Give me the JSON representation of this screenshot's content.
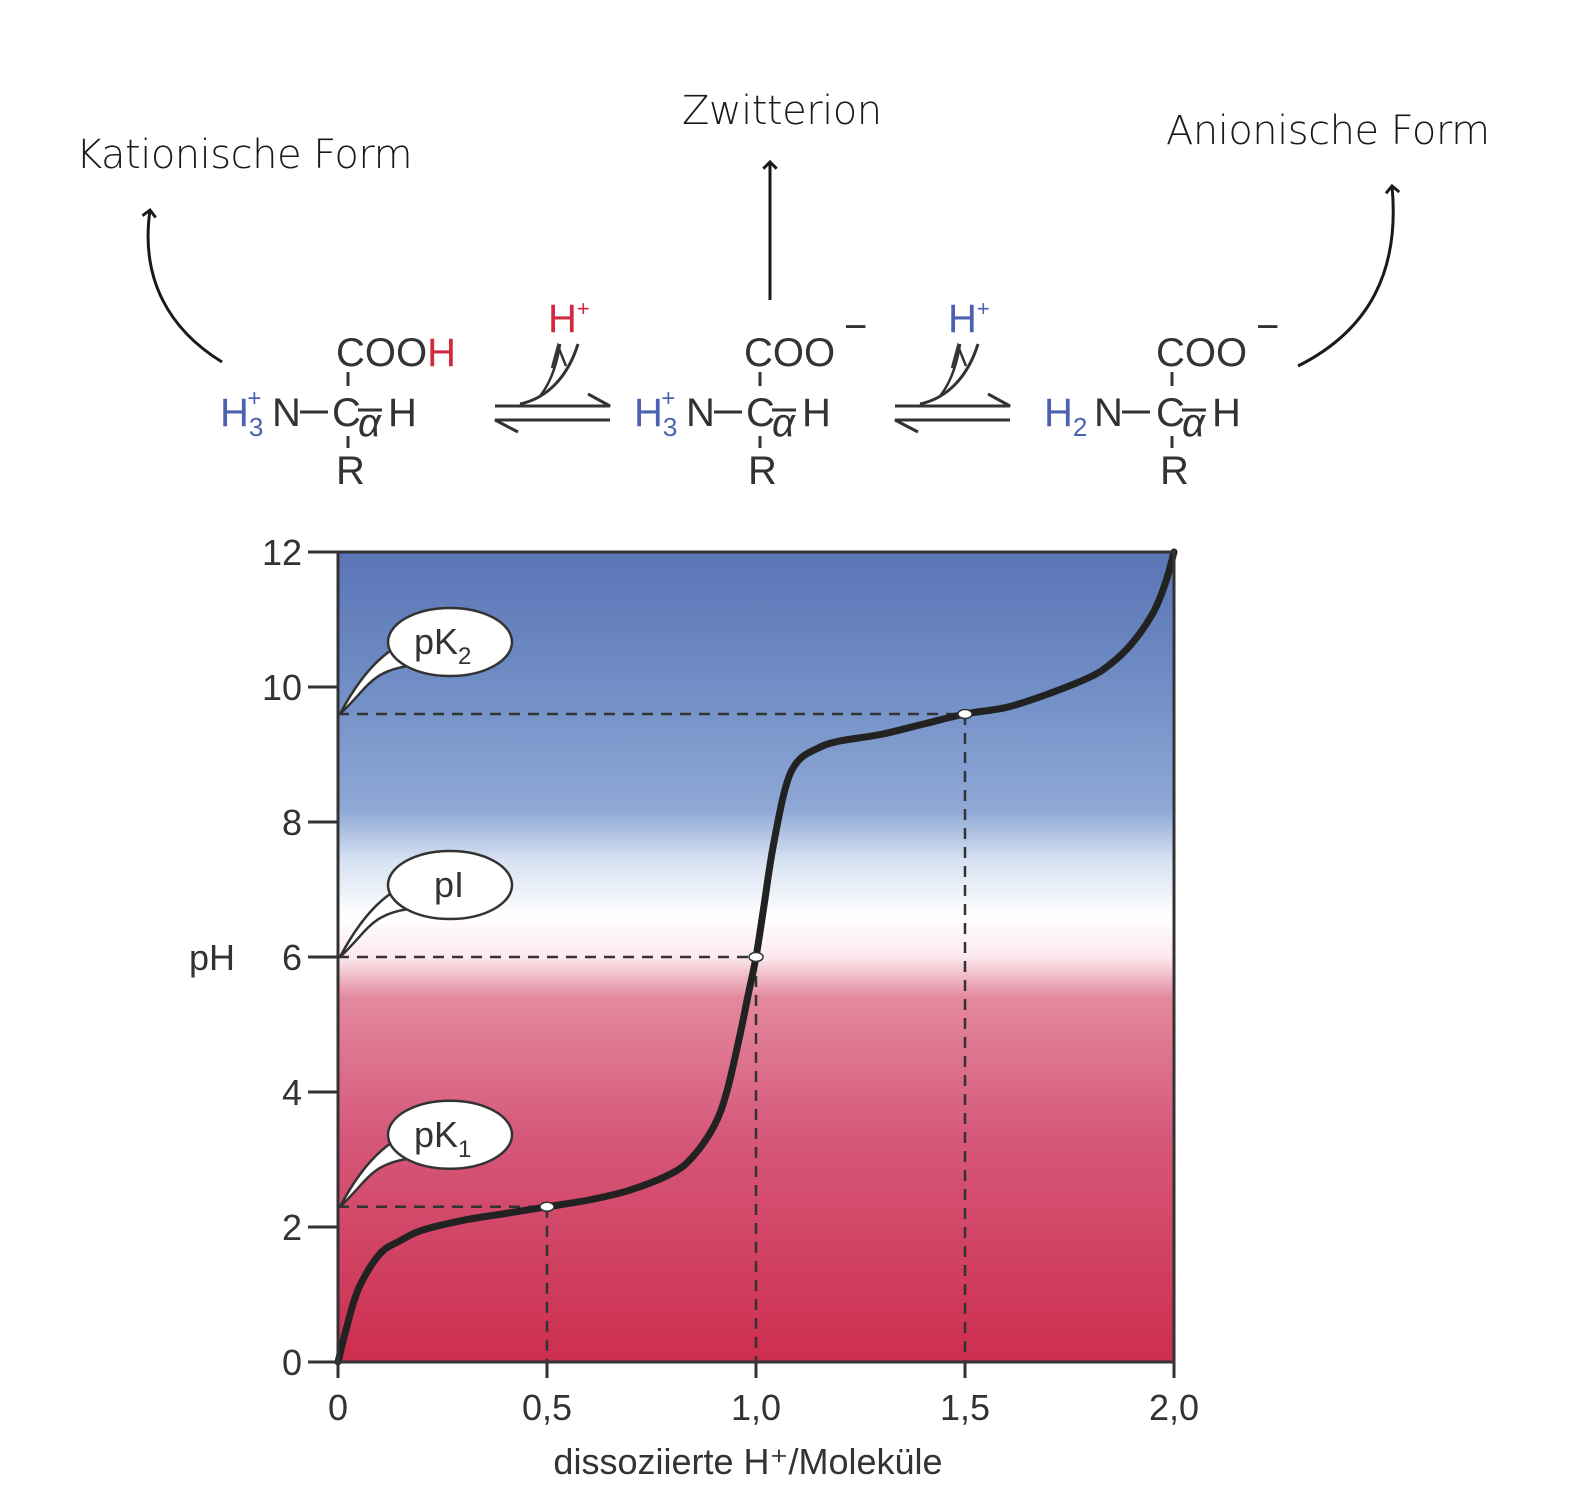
{
  "forms": {
    "cationic": "Kationische Form",
    "zwitterion": "Zwitterion",
    "anionic": "Anionische Form"
  },
  "equation": {
    "proton": "H",
    "proton_sup": "+",
    "left": {
      "top": "COO",
      "top_h": "H",
      "amine": "H",
      "amine_sub": "3",
      "amine_sup": "+",
      "n": "N",
      "center": "C",
      "alpha": "α",
      "right_h": "H",
      "bottom": "R"
    },
    "middle": {
      "top": "COO",
      "top_charge": "−",
      "amine": "H",
      "amine_sub": "3",
      "amine_sup": "+",
      "n": "N",
      "center": "C",
      "alpha": "α",
      "right_h": "H",
      "bottom": "R"
    },
    "right": {
      "top": "COO",
      "top_charge": "−",
      "amine": "H",
      "amine_sub": "2",
      "n": "N",
      "center": "C",
      "alpha": "α",
      "right_h": "H",
      "bottom": "R"
    }
  },
  "colors": {
    "acidic": "#cd2e4e",
    "neutral": "#ffffff",
    "basic": "#5a74b5",
    "curve": "#222222",
    "amine_blue": "#4b62b0",
    "proton_red": "#d4283f"
  },
  "chart_data": {
    "type": "line",
    "title": "",
    "xlabel": "dissoziierte H⁺/Moleküle",
    "ylabel": "pH",
    "xlim": [
      0,
      2.0
    ],
    "ylim": [
      0,
      12
    ],
    "x_ticks": [
      0,
      0.5,
      1.0,
      1.5,
      2.0
    ],
    "x_tick_labels": [
      "0",
      "0,5",
      "1,0",
      "1,5",
      "2,0"
    ],
    "y_ticks": [
      0,
      2,
      4,
      6,
      8,
      10,
      12
    ],
    "y_tick_labels": [
      "0",
      "2",
      "4",
      "6",
      "8",
      "10",
      "12"
    ],
    "grid": false,
    "series": [
      {
        "x": [
          0,
          0.02,
          0.05,
          0.1,
          0.15,
          0.2,
          0.3,
          0.4,
          0.5,
          0.6,
          0.7,
          0.8,
          0.85,
          0.9,
          0.93,
          0.96,
          0.98,
          1.0,
          1.02,
          1.04,
          1.07,
          1.1,
          1.15,
          1.2,
          1.3,
          1.4,
          1.5,
          1.6,
          1.7,
          1.8,
          1.85,
          1.9,
          1.95,
          1.98,
          2.0
        ],
        "y": [
          0,
          0.5,
          1.1,
          1.6,
          1.8,
          1.95,
          2.1,
          2.2,
          2.3,
          2.4,
          2.55,
          2.8,
          3.05,
          3.5,
          4.0,
          4.8,
          5.4,
          6.0,
          6.8,
          7.6,
          8.5,
          8.9,
          9.1,
          9.2,
          9.3,
          9.45,
          9.6,
          9.7,
          9.9,
          10.15,
          10.35,
          10.65,
          11.1,
          11.55,
          12.0
        ]
      }
    ],
    "markers": [
      {
        "x": 0.5,
        "y": 2.3,
        "label": "pK",
        "sub": "1"
      },
      {
        "x": 1.0,
        "y": 6.0,
        "label": "pI",
        "sub": ""
      },
      {
        "x": 1.5,
        "y": 9.6,
        "label": "pK",
        "sub": "2"
      }
    ]
  }
}
